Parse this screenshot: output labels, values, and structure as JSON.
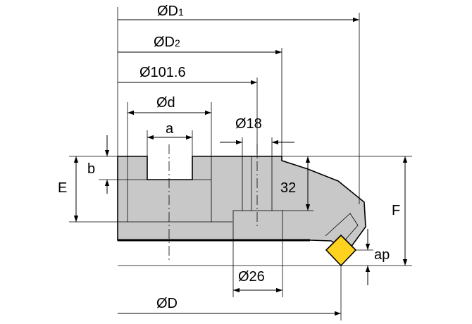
{
  "labels": {
    "dia_D1": "ØD",
    "dia_D1_sub": "1",
    "dia_D2": "ØD",
    "dia_D2_sub": "2",
    "dia_101_6": "Ø101.6",
    "dia_d": "Ød",
    "dim_a": "a",
    "dia_18": "Ø18",
    "dim_b": "b",
    "dim_E": "E",
    "dim_32": "32",
    "dim_F": "F",
    "dim_ap": "ap",
    "dia_26": "Ø26",
    "dia_D": "ØD"
  },
  "colors": {
    "body_fill": "#c8c8c8",
    "insert_fill": "#ffd21f",
    "line": "#000000"
  }
}
